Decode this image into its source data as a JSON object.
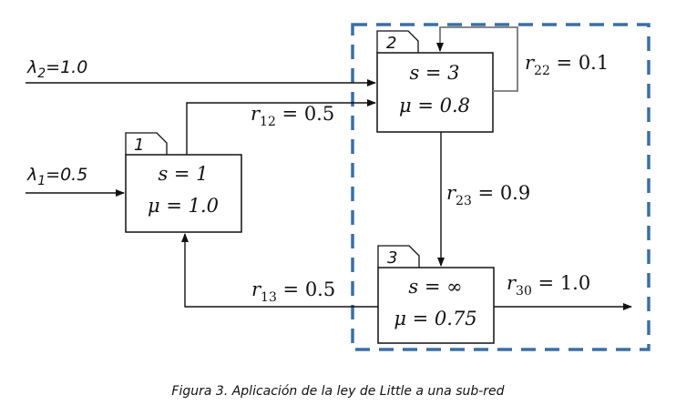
{
  "colors": {
    "subnet_border": "#3a6fa5",
    "line": "#222222"
  },
  "nodes": [
    {
      "tab": "1",
      "s": "s = 1",
      "mu": "μ = 1.0"
    },
    {
      "tab": "2",
      "s": "s = 3",
      "mu": "μ = 0.8"
    },
    {
      "tab": "3",
      "s": "s = ∞",
      "mu": "μ = 0.75"
    }
  ],
  "arrivals": {
    "lambda1": {
      "sym": "λ",
      "sub": "1",
      "val": "=0.5"
    },
    "lambda2": {
      "sym": "λ",
      "sub": "2",
      "val": "=1.0"
    }
  },
  "routes": {
    "r12": {
      "sym": "r",
      "sub": "12",
      "val": " = 0.5"
    },
    "r22": {
      "sym": "r",
      "sub": "22",
      "val": " = 0.1"
    },
    "r23": {
      "sym": "r",
      "sub": "23",
      "val": " = 0.9"
    },
    "r13": {
      "sym": "r",
      "sub": "13",
      "val": " = 0.5"
    },
    "r30": {
      "sym": "r",
      "sub": "30",
      "val": " = 1.0"
    }
  },
  "caption": "Figura 3. Aplicación de la ley de Little a una sub-red"
}
